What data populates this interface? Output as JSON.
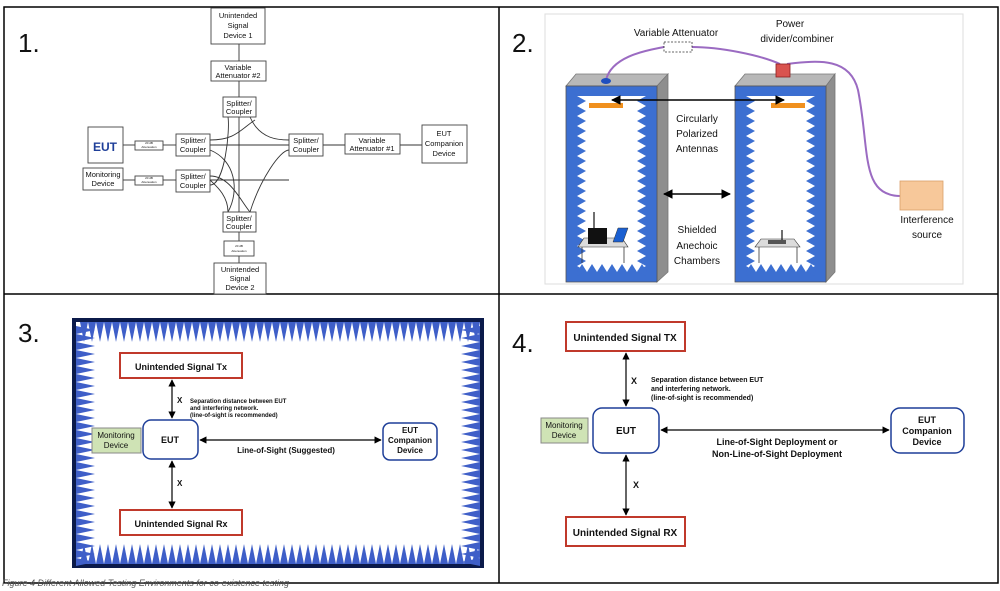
{
  "panels": {
    "p1": {
      "number": "1.",
      "eut": "EUT",
      "monitoring": [
        "Monitoring",
        "Device"
      ],
      "splitter_left_top": [
        "Splitter/",
        "Coupler"
      ],
      "splitter_left_bottom": [
        "Splitter/",
        "Coupler"
      ],
      "splitter_top": [
        "Splitter/",
        "Coupler"
      ],
      "splitter_bottom": [
        "Splitter/",
        "Coupler"
      ],
      "splitter_right": [
        "Splitter/",
        "Coupler"
      ],
      "var_att_2": [
        "Variable",
        "Attenuator #2"
      ],
      "var_att_1": [
        "Variable",
        "Attenuator #1"
      ],
      "unintended_1": [
        "Unintended",
        "Signal",
        "Device 1"
      ],
      "unintended_2": [
        "Unintended",
        "Signal",
        "Device 2"
      ],
      "eut_companion": [
        "EUT",
        "Companion",
        "Device"
      ],
      "att_small_1": [
        "20 dB",
        "Attenuation"
      ],
      "att_small_2": [
        "20 dB",
        "Attenuation"
      ],
      "att_small_3": [
        "20 dB",
        "Attenuation"
      ]
    },
    "p2": {
      "number": "2.",
      "variable_attenuator": "Variable Attenuator",
      "power_divider": [
        "Power",
        "divider/combiner"
      ],
      "circularly": [
        "Circularly",
        "Polarized",
        "Antennas"
      ],
      "shielded": [
        "Shielded",
        "Anechoic",
        "Chambers"
      ],
      "interference": [
        "Interference",
        "source"
      ]
    },
    "p3": {
      "number": "3.",
      "tx": "Unintended Signal Tx",
      "rx": "Unintended Signal Rx",
      "x_top": "X",
      "x_bottom": "X",
      "separation": [
        "Separation distance between EUT",
        "and interfering network.",
        "(line-of-sight is recommended)"
      ],
      "monitoring": [
        "Monitoring",
        "Device"
      ],
      "eut": "EUT",
      "los": "Line-of-Sight (Suggested)",
      "companion": [
        "EUT",
        "Companion",
        "Device"
      ]
    },
    "p4": {
      "number": "4.",
      "tx": "Unintended Signal TX",
      "rx": "Unintended Signal RX",
      "x_top": "X",
      "x_bottom": "X",
      "separation": [
        "Separation distance between EUT",
        "and interfering network.",
        "(line-of-sight is recommended)"
      ],
      "monitoring": [
        "Monitoring",
        "Device"
      ],
      "eut": "EUT",
      "deploy": [
        "Line-of-Sight Deployment or",
        "Non-Line-of-Sight Deployment"
      ],
      "companion": [
        "EUT",
        "Companion",
        "Device"
      ]
    }
  },
  "caption": "Figure 4 Different Allowed Testing Environments for co-existence testing",
  "colors": {
    "eut_blue": "#1f3f99",
    "chamber_blue": "#3c6fd1",
    "red_border": "#c0392b",
    "green_fill": "#cfe3b5",
    "purple_cable": "#9b6bc2",
    "interference_fill": "#f7c89a"
  }
}
